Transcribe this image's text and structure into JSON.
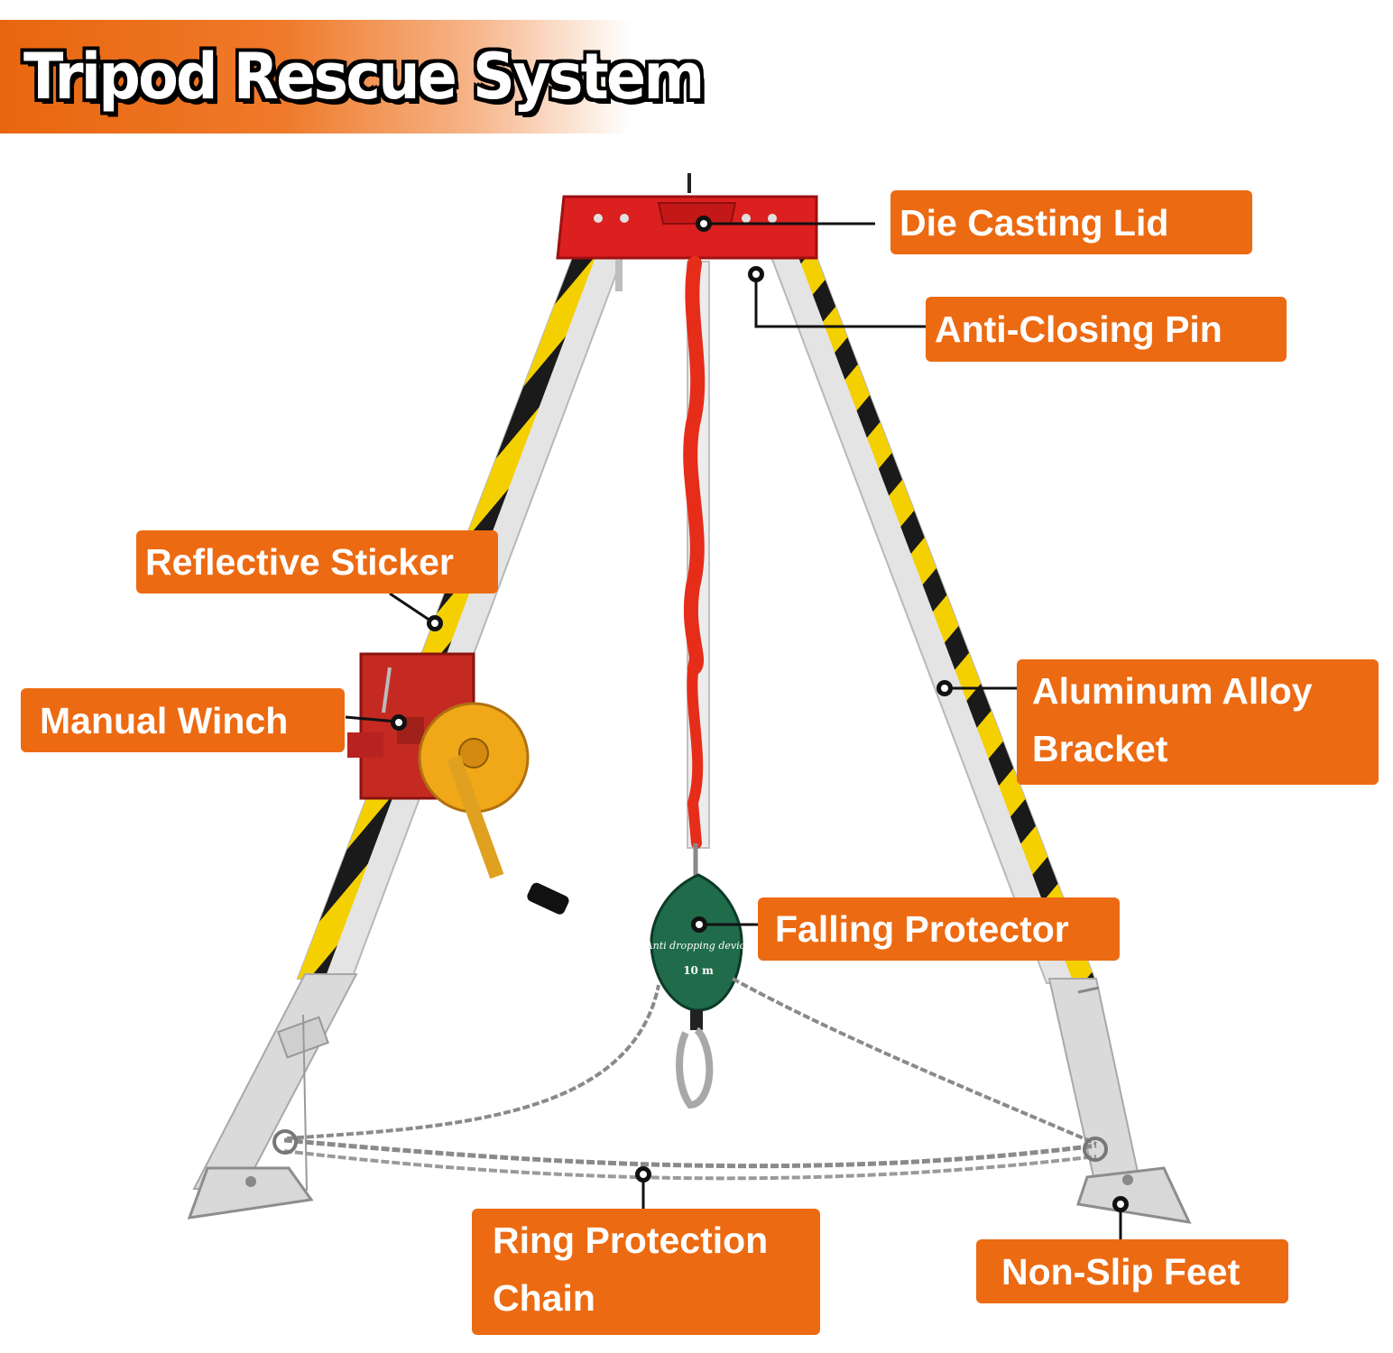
{
  "title": "Tripod Rescue System",
  "labels": {
    "die_casting_lid": "Die Casting Lid",
    "anti_closing_pin": "Anti-Closing Pin",
    "reflective_sticker": "Reflective Sticker",
    "manual_winch": "Manual Winch",
    "aluminum_alloy_bracket_line1": "Aluminum Alloy",
    "aluminum_alloy_bracket_line2": "Bracket",
    "falling_protector": "Falling Protector",
    "ring_protection_chain_line1": "Ring Protection",
    "ring_protection_chain_line2": "Chain",
    "non_slip_feet": "Non-Slip Feet"
  },
  "device_text": {
    "line1": "Anti dropping device",
    "line2": "10 m"
  },
  "colors": {
    "accent": "#ec6a12",
    "lid_red": "#dc2020",
    "stripe_yellow": "#f5d000",
    "stripe_black": "#1a1a1a",
    "aluminum": "#e4e4e4",
    "device_green": "#1f6b4a",
    "winch_yellow": "#f0a818"
  }
}
